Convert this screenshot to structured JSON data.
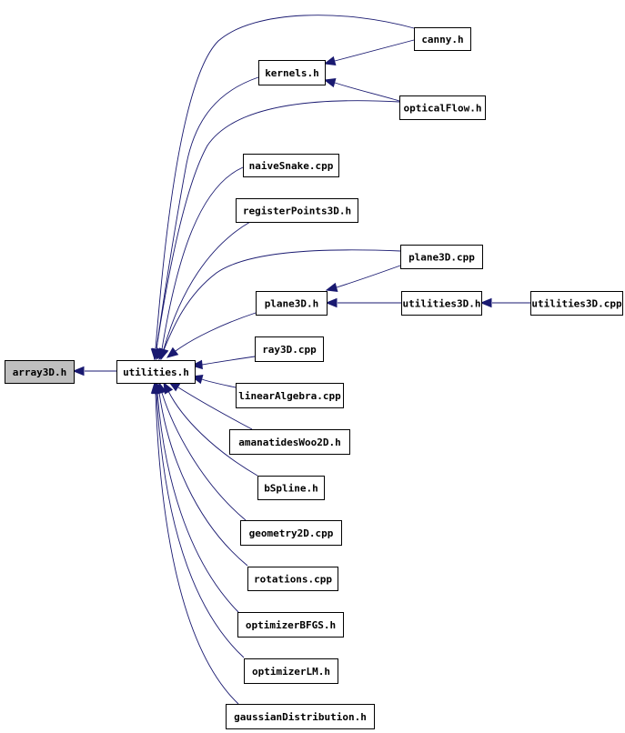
{
  "graph": {
    "nodes": [
      {
        "id": "array3D",
        "label": "array3D.h",
        "interactive": true,
        "root": true
      },
      {
        "id": "utilities",
        "label": "utilities.h",
        "interactive": true
      },
      {
        "id": "canny",
        "label": "canny.h",
        "interactive": true
      },
      {
        "id": "kernels",
        "label": "kernels.h",
        "interactive": true
      },
      {
        "id": "opticalFlow",
        "label": "opticalFlow.h",
        "interactive": true
      },
      {
        "id": "naiveSnake",
        "label": "naiveSnake.cpp",
        "interactive": true
      },
      {
        "id": "registerPoints3D",
        "label": "registerPoints3D.h",
        "interactive": true
      },
      {
        "id": "plane3Dcpp",
        "label": "plane3D.cpp",
        "interactive": true
      },
      {
        "id": "plane3Dh",
        "label": "plane3D.h",
        "interactive": true
      },
      {
        "id": "utilities3Dh",
        "label": "utilities3D.h",
        "interactive": true
      },
      {
        "id": "utilities3Dcpp",
        "label": "utilities3D.cpp",
        "interactive": true
      },
      {
        "id": "ray3D",
        "label": "ray3D.cpp",
        "interactive": true
      },
      {
        "id": "linearAlgebra",
        "label": "linearAlgebra.cpp",
        "interactive": true
      },
      {
        "id": "amanatides",
        "label": "amanatidesWoo2D.h",
        "interactive": true
      },
      {
        "id": "bSpline",
        "label": "bSpline.h",
        "interactive": true
      },
      {
        "id": "geometry2D",
        "label": "geometry2D.cpp",
        "interactive": true
      },
      {
        "id": "rotations",
        "label": "rotations.cpp",
        "interactive": true
      },
      {
        "id": "optimizerBFGS",
        "label": "optimizerBFGS.h",
        "interactive": true
      },
      {
        "id": "optimizerLM",
        "label": "optimizerLM.h",
        "interactive": true
      },
      {
        "id": "gaussian",
        "label": "gaussianDistribution.h",
        "interactive": true
      }
    ],
    "edges": [
      {
        "from": "utilities",
        "to": "array3D"
      },
      {
        "from": "canny",
        "to": "kernels"
      },
      {
        "from": "canny",
        "to": "utilities"
      },
      {
        "from": "opticalFlow",
        "to": "kernels"
      },
      {
        "from": "opticalFlow",
        "to": "utilities"
      },
      {
        "from": "kernels",
        "to": "utilities"
      },
      {
        "from": "naiveSnake",
        "to": "utilities"
      },
      {
        "from": "registerPoints3D",
        "to": "utilities"
      },
      {
        "from": "plane3Dcpp",
        "to": "plane3Dh"
      },
      {
        "from": "plane3Dcpp",
        "to": "utilities"
      },
      {
        "from": "utilities3Dh",
        "to": "plane3Dh"
      },
      {
        "from": "utilities3Dcpp",
        "to": "utilities3Dh"
      },
      {
        "from": "plane3Dh",
        "to": "utilities"
      },
      {
        "from": "ray3D",
        "to": "utilities"
      },
      {
        "from": "linearAlgebra",
        "to": "utilities"
      },
      {
        "from": "amanatides",
        "to": "utilities"
      },
      {
        "from": "bSpline",
        "to": "utilities"
      },
      {
        "from": "geometry2D",
        "to": "utilities"
      },
      {
        "from": "rotations",
        "to": "utilities"
      },
      {
        "from": "optimizerBFGS",
        "to": "utilities"
      },
      {
        "from": "optimizerLM",
        "to": "utilities"
      },
      {
        "from": "gaussian",
        "to": "utilities"
      }
    ],
    "colors": {
      "edge": "#191970",
      "root_fill": "#bfbfbf",
      "node_fill": "#ffffff",
      "border": "#000000"
    }
  }
}
